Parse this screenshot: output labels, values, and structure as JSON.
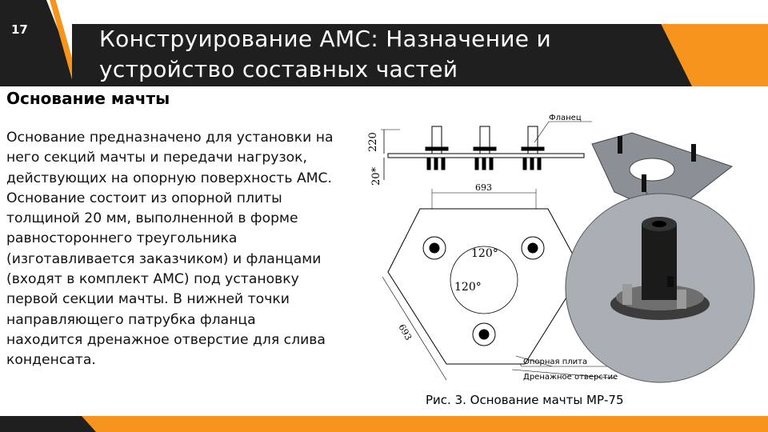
{
  "slide": {
    "number": "17",
    "title": "Конструирование АМС: Назначение и устройство составных частей",
    "heading": "Основание мачты",
    "body": "Основание предназначено для установки на него секций мачты и передачи нагрузок, действующих на опорную поверхность АМС. Основание состоит из опорной плиты толщиной 20 мм, выполненной в форме равностороннего треугольника (изготавливается заказчиком) и фланцами (входят в комплект АМС) под установку первой секции мачты. В нижней точки направляющего патрубка фланца находится дренажное отверстие для слива конденсата.",
    "caption": "Рис. 3. Основание мачты МР-75"
  },
  "figure": {
    "dim_220": "220",
    "dim_20": "20*",
    "label_flange": "Фланец",
    "dim_693_top": "693",
    "dim_693_side": "693",
    "angle_1": "120°",
    "angle_2": "120°",
    "label_plate": "Опорная плита",
    "label_drain": "Дренажное отверстие"
  },
  "colors": {
    "accent": "#f7941d",
    "dark": "#1f1f1f",
    "plate_gray": "#8a9096"
  }
}
